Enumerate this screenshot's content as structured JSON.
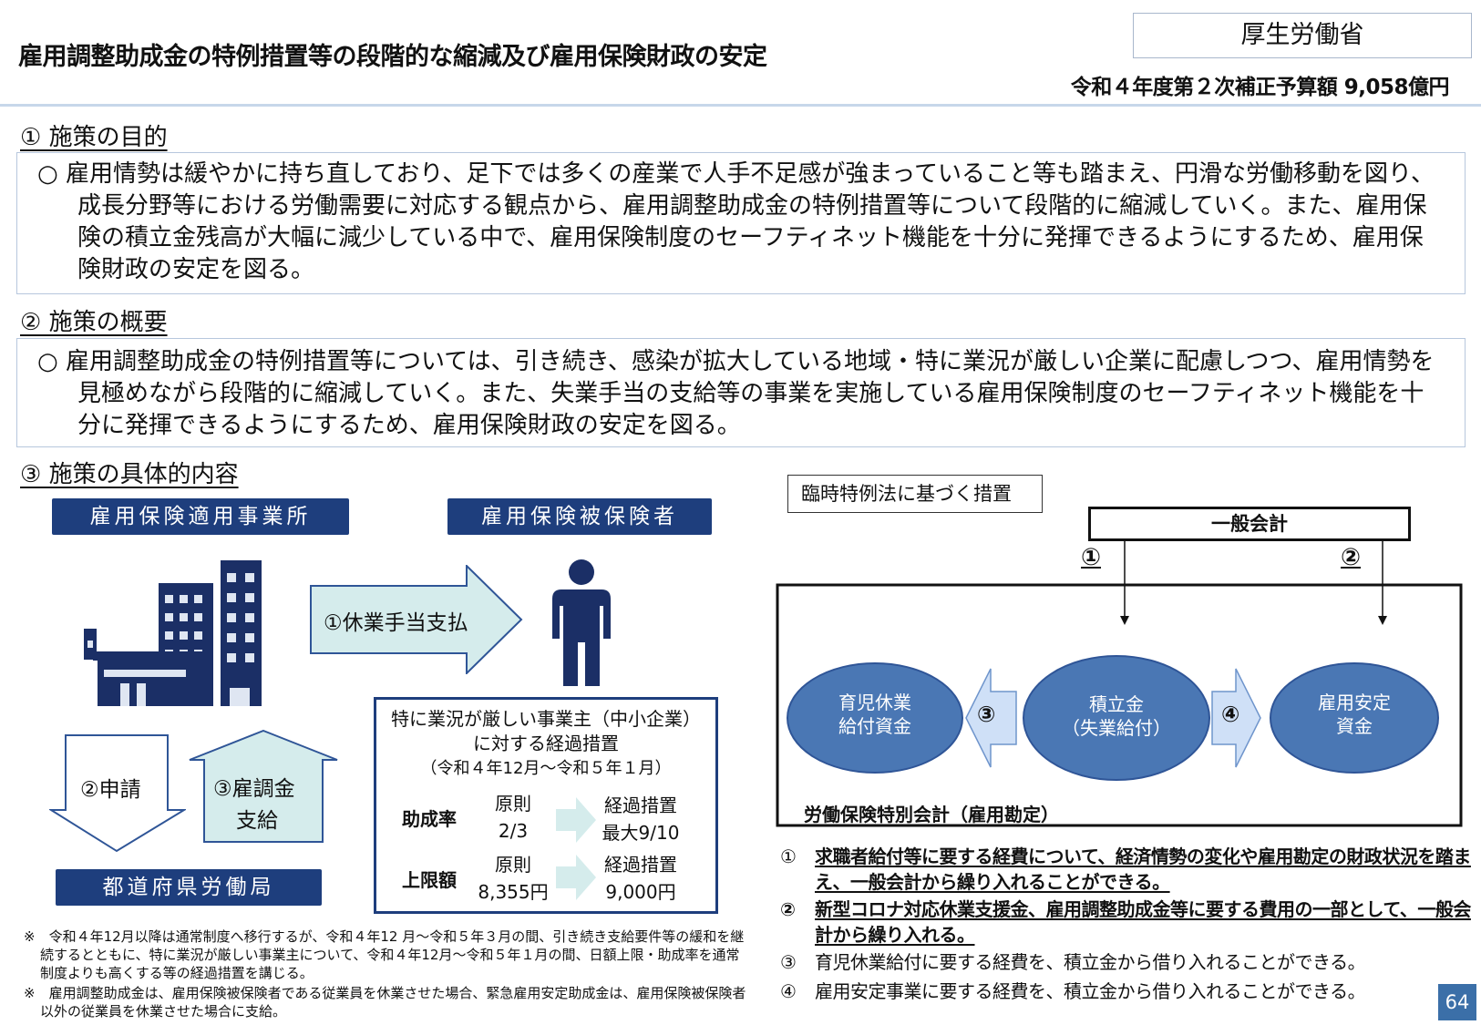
{
  "header": {
    "title": "雇用調整助成金の特例措置等の段階的な縮減及び雇用保険財政の安定",
    "ministry": "厚生労働省",
    "budget": "令和４年度第２次補正予算額 9,058億円"
  },
  "section1": {
    "heading": "①  施策の目的",
    "text": "○   雇用情勢は緩やかに持ち直しており、足下では多くの産業で人手不足感が強まっていること等も踏まえ、円滑な労働移動を図り、成長分野等における労働需要に対応する観点から、雇用調整助成金の特例措置等について段階的に縮減していく。また、雇用保険の積立金残高が大幅に減少している中で、雇用保険制度のセーフティネット機能を十分に発揮できるようにするため、雇用保険財政の安定を図る。"
  },
  "section2": {
    "heading": "②  施策の概要",
    "text": "○   雇用調整助成金の特例措置等については、引き続き、感染が拡大している地域・特に業況が厳しい企業に配慮しつつ、雇用情勢を見極めながら段階的に縮減していく。また、失業手当の支給等の事業を実施している雇用保険制度のセーフティネット機能を十分に発揮できるようにするため、雇用保険財政の安定を図る。"
  },
  "section3": {
    "heading": "③  施策の具体的内容",
    "employer_label": "雇用保険適用事業所",
    "insured_label": "雇用保険被保険者",
    "bureau_label": "都道府県労働局",
    "arrow1": "①休業手当支払",
    "arrow2": "②申請",
    "arrow3_line1": "③雇調金",
    "arrow3_line2": "支給",
    "transition": {
      "title1": "特に業況が厳しい事業主（中小企業）",
      "title2": "に対する経過措置",
      "period": "（令和４年12月～令和５年１月）",
      "rows": [
        {
          "label": "助成率",
          "from1": "原則",
          "from2": "2/3",
          "to1": "経過措置",
          "to2": "最大9/10"
        },
        {
          "label": "上限額",
          "from1": "原則",
          "from2": "8,355円",
          "to1": "経過措置",
          "to2": "9,000円"
        }
      ]
    },
    "footnotes": [
      "※　令和４年12月以降は通常制度へ移行するが、令和４年12 月～令和５年３月の間、引き続き支給要件等の緩和を継続するとともに、特に業況が厳しい事業主について、令和４年12月～令和５年１月の間、日額上限・助成率を通常制度よりも高くする等の経過措置を講じる。",
      "※　雇用調整助成金は、雇用保険被保険者である従業員を休業させた場合、緊急雇用安定助成金は、雇用保険被保険者以外の従業員を休業させた場合に支給。"
    ]
  },
  "diagram": {
    "special_law": "臨時特例法に基づく措置",
    "general_account": "一般会計",
    "marker1": "①",
    "marker2": "②",
    "marker3": "③",
    "marker4": "④",
    "fund1": "育児休業\n給付資金",
    "fund2": "積立金\n（失業給付）",
    "fund3": "雇用安定\n資金",
    "special_account": "労働保険特別会計（雇用勘定）",
    "notes": [
      {
        "num": "①",
        "text": "求職者給付等に要する経費について、経済情勢の変化や雇用勘定の財政状況を踏まえ、一般会計から繰り入れることができる。"
      },
      {
        "num": "②",
        "text": "新型コロナ対応休業支援金、雇用調整助成金等に要する費用の一部として、一般会計から繰り入れる。"
      },
      {
        "num": "③",
        "text": "育児休業給付に要する経費を、積立金から借り入れることができる。"
      },
      {
        "num": "④",
        "text": "雇用安定事業に要する経費を、積立金から借り入れることができる。"
      }
    ]
  },
  "page_number": "64",
  "colors": {
    "navy": "#1e3e7d",
    "ellipse": "#4a77b4",
    "arrow_fill": "#d5ecec",
    "arrow_stroke": "#2f5597"
  }
}
